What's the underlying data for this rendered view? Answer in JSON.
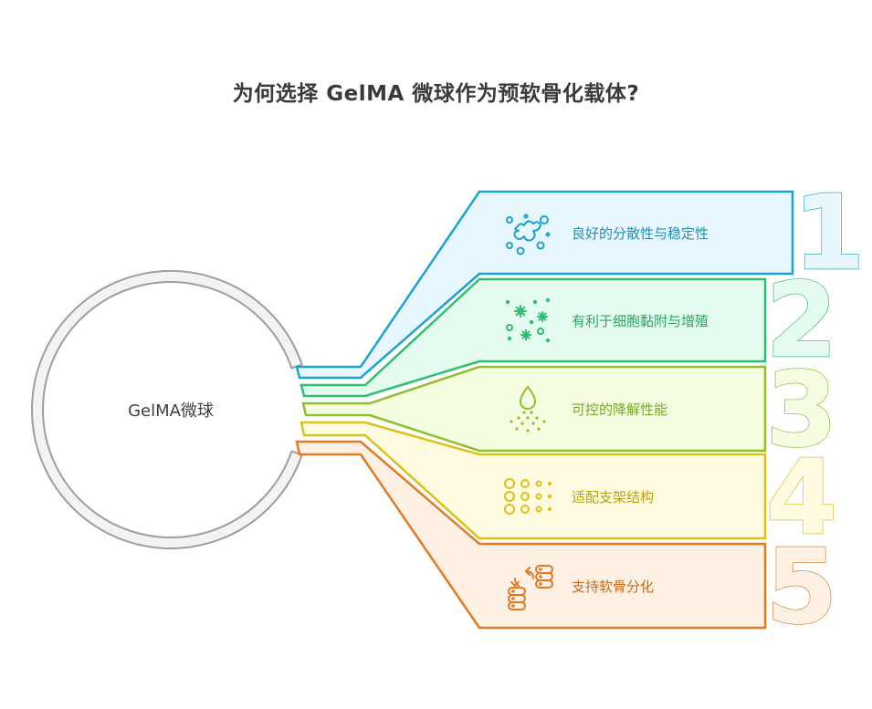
{
  "title": "为何选择 GelMA 微球作为预软骨化载体?",
  "center": {
    "label": "GelMA微球",
    "ring_color": "#9e9e9e",
    "ring_fill": "#f3f3f3"
  },
  "items": [
    {
      "number": "1",
      "label": "良好的分散性与稳定性",
      "icon": "dispersion-splash-icon",
      "stroke": "#1aa3d1",
      "fill": "#e8f7fd",
      "text": "#1f8fb8"
    },
    {
      "number": "2",
      "label": "有利于细胞黏附与增殖",
      "icon": "cell-sparkles-icon",
      "stroke": "#2fbf71",
      "fill": "#e4fbef",
      "text": "#27a862"
    },
    {
      "number": "3",
      "label": "可控的降解性能",
      "icon": "droplet-dissolve-icon",
      "stroke": "#8fbf2a",
      "fill": "#f4fde0",
      "text": "#7aa823"
    },
    {
      "number": "4",
      "label": "适配支架结构",
      "icon": "dot-grid-icon",
      "stroke": "#d9c318",
      "fill": "#fffbe0",
      "text": "#b6a212"
    },
    {
      "number": "5",
      "label": "支持软骨分化",
      "icon": "stack-exchange-icon",
      "stroke": "#e07b24",
      "fill": "#fff0e4",
      "text": "#c96a1c"
    }
  ]
}
